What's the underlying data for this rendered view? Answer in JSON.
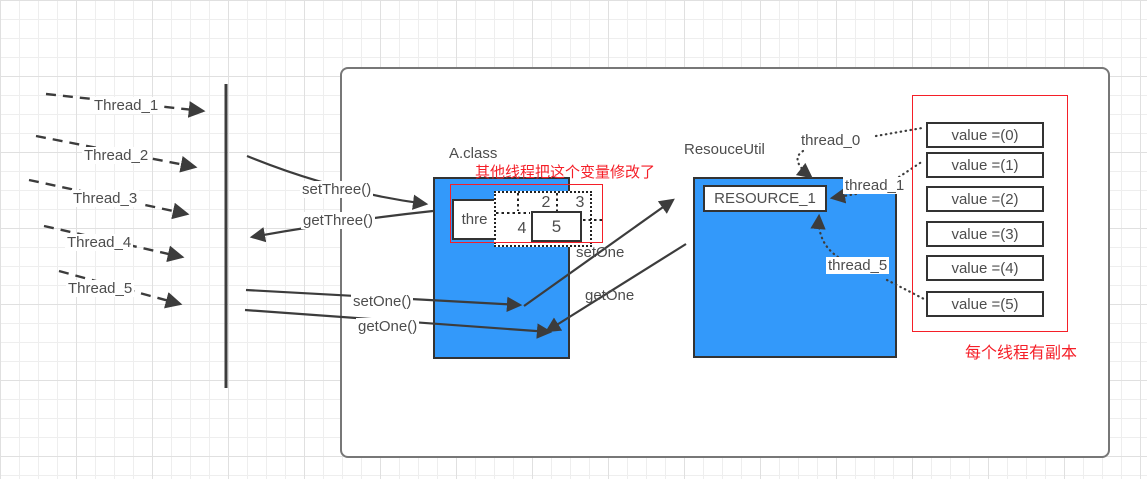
{
  "canvas": {
    "threads": [
      "Thread_1",
      "Thread_2",
      "Thread_3",
      "Thread_4",
      "Thread_5"
    ],
    "proxy_methods": {
      "set_three": "setThree()",
      "get_three": "getThree()",
      "set_one": "setOne()",
      "get_one": "getOne()"
    },
    "a_class": {
      "title": "A.class",
      "field": "thre",
      "slots": {
        "s2": "2",
        "s3": "3",
        "s4": "4",
        "s5": "5"
      }
    },
    "resource_util": {
      "title": "ResouceUtil",
      "resource": "RESOURCE_1"
    },
    "link_methods": {
      "set_one": "setOne",
      "get_one": "getOne"
    },
    "thread_pointers": {
      "t0": "thread_0",
      "t1": "thread_1",
      "t5": "thread_5"
    },
    "thread_values": [
      "value =(0)",
      "value =(1)",
      "value =(2)",
      "value =(3)",
      "value =(4)",
      "value =(5)"
    ],
    "annotations": {
      "variable_modified": "其他线程把这个变量修改了",
      "each_thread_copy": "每个线程有副本"
    },
    "colors": {
      "shape_blue": "#3399fa",
      "annotation_red": "#f51f28",
      "stroke_dark": "#3c3c3c",
      "label_gray": "#4d4d4d"
    }
  }
}
